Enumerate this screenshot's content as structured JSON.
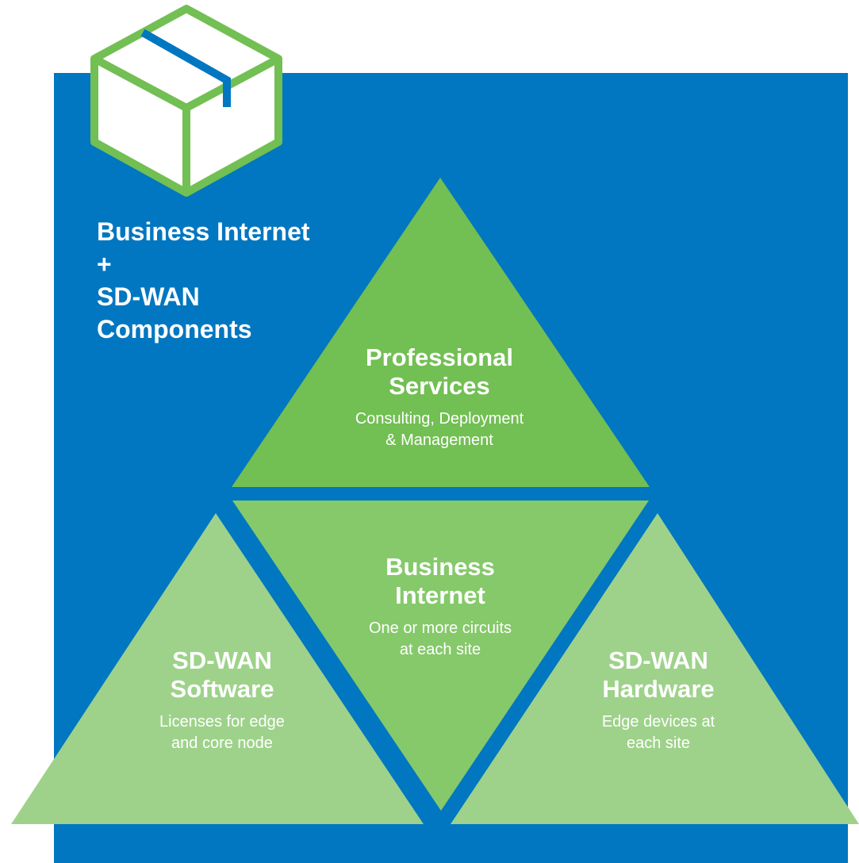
{
  "colors": {
    "blue": "#0077c0",
    "green_dark": "#72bf53",
    "green_mid": "#85c96a",
    "green_light": "#9ed28a",
    "box_outline": "#72bf53",
    "tape": "#0077c0"
  },
  "icon": {
    "name": "package-box-icon"
  },
  "heading": {
    "line1": "Business Internet",
    "line2": "+",
    "line3": "SD-WAN",
    "line4": "Components"
  },
  "segments": {
    "professional": {
      "title_line1": "Professional",
      "title_line2": "Services",
      "desc_line1": "Consulting, Deployment",
      "desc_line2": "& Management"
    },
    "internet": {
      "title_line1": "Business",
      "title_line2": "Internet",
      "desc_line1": "One or more circuits",
      "desc_line2": "at each site"
    },
    "software": {
      "title_line1": "SD-WAN",
      "title_line2": "Software",
      "desc_line1": "Licenses for edge",
      "desc_line2": "and core node"
    },
    "hardware": {
      "title_line1": "SD-WAN",
      "title_line2": "Hardware",
      "desc_line1": "Edge devices at",
      "desc_line2": "each site"
    }
  }
}
